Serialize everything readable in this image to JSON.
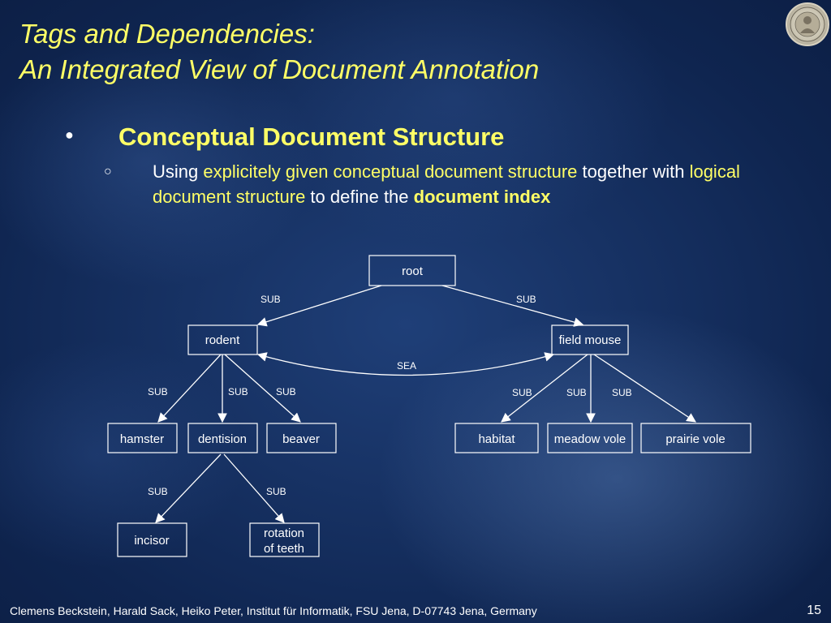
{
  "title": {
    "line1": "Tags and Dependencies:",
    "line2": "An Integrated View of Document Annotation"
  },
  "bullet": {
    "heading": "Conceptual Document Structure",
    "sub": {
      "t1": "Using ",
      "h1": "explicitely given conceptual document structure",
      "t2": " together with ",
      "h2": "logical document structure",
      "t3": " to define the ",
      "h3": "document index"
    }
  },
  "diagram": {
    "nodes": {
      "root": "root",
      "rodent": "rodent",
      "field_mouse": "field mouse",
      "hamster": "hamster",
      "dentision": "dentision",
      "beaver": "beaver",
      "habitat": "habitat",
      "meadow_vole": "meadow vole",
      "prairie_vole": "prairie vole",
      "incisor": "incisor",
      "rotation_line1": "rotation",
      "rotation_line2": "of teeth"
    },
    "edge_labels": {
      "sub": "SUB",
      "sea": "SEA"
    }
  },
  "footer": {
    "credits": "Clemens Beckstein, Harald Sack, Heiko Peter, Institut für Informatik, FSU Jena, D-07743 Jena, Germany",
    "page": "15"
  }
}
